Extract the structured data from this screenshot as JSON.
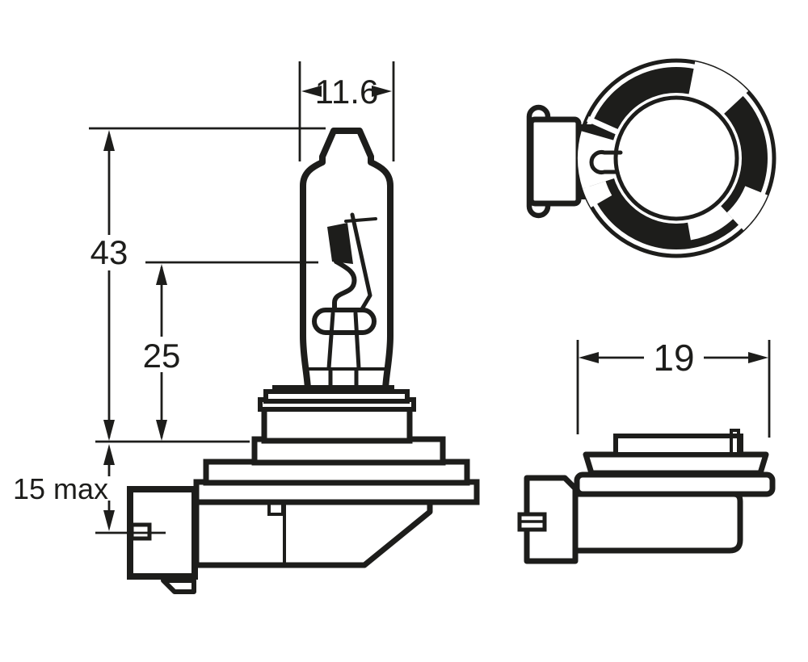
{
  "ink_color": "#1d1d1b",
  "background_color": "#ffffff",
  "dimensions": {
    "bulb_diameter_mm": "11.6",
    "overall_length_mm": "43",
    "light_center_length_mm": "25",
    "base_overhang_mm": "15 max",
    "flange_diameter_mm": "19"
  }
}
